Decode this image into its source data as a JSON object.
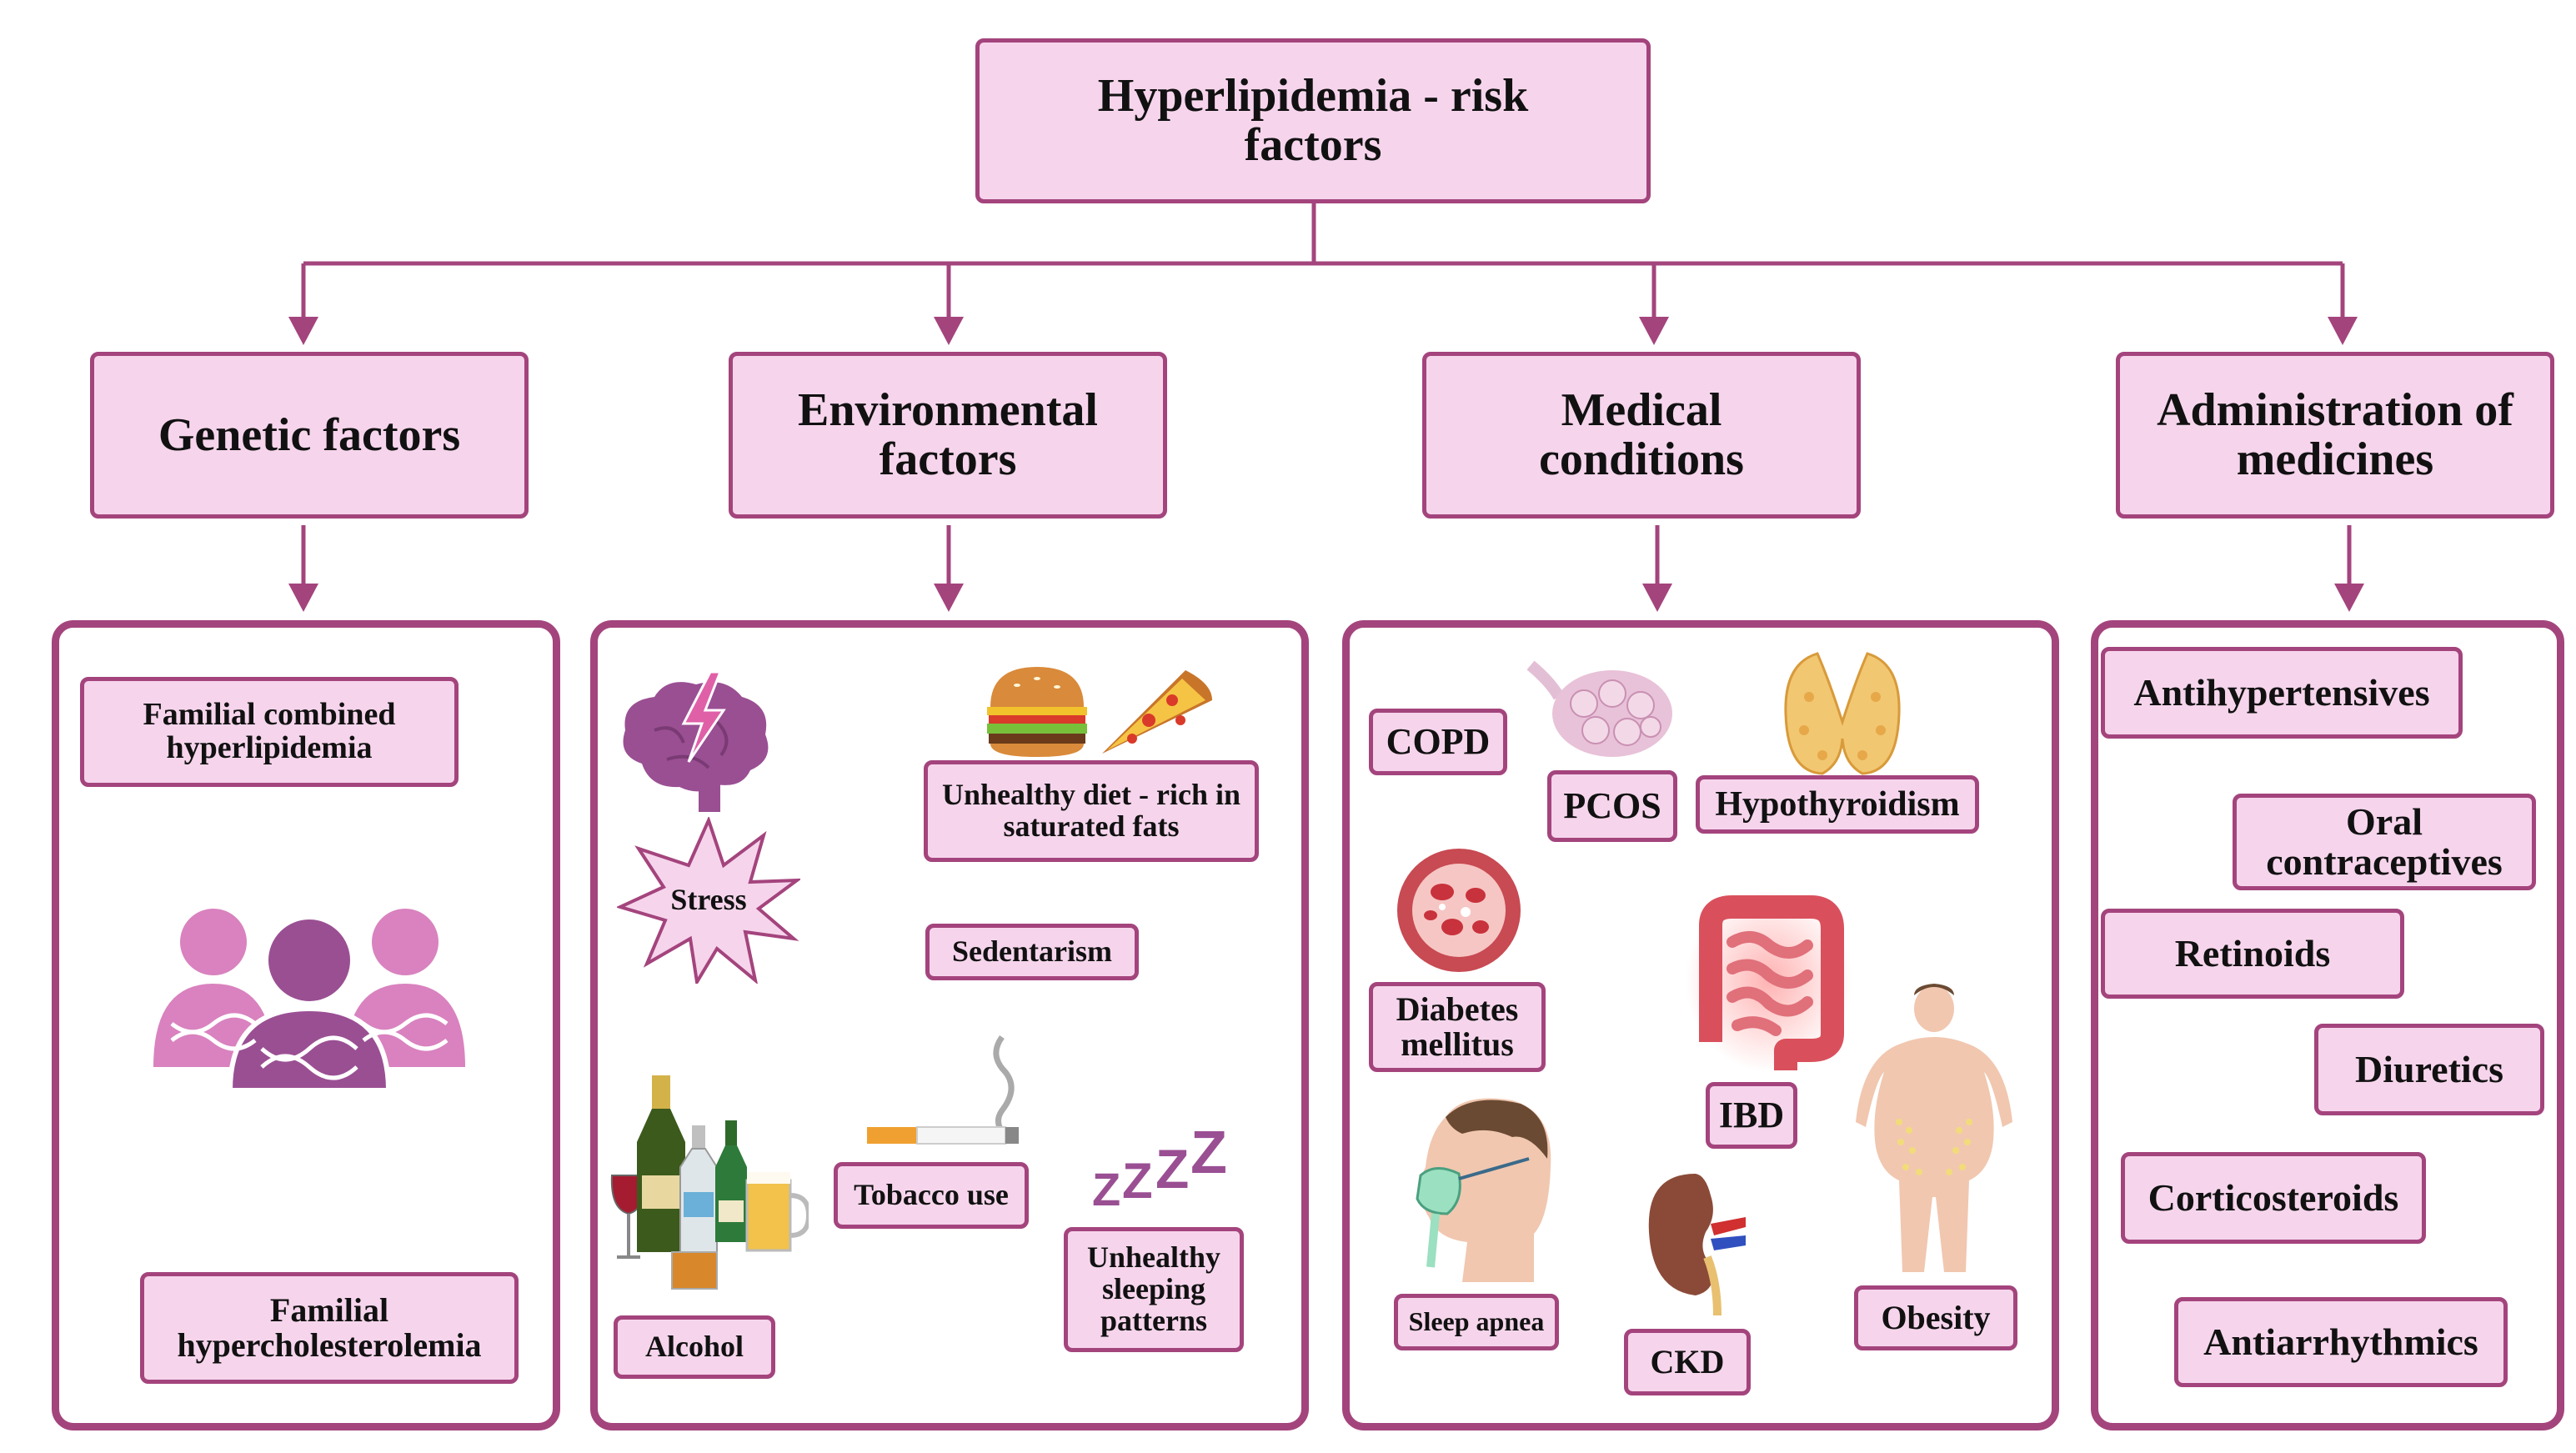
{
  "title": "Hyperlipidemia - risk factors",
  "categories": [
    {
      "id": "genetic",
      "label": "Genetic factors"
    },
    {
      "id": "environmental",
      "label": "Environmental factors"
    },
    {
      "id": "medical",
      "label": "Medical conditions"
    },
    {
      "id": "medicines",
      "label": "Administration of medicines"
    }
  ],
  "genetic_items": {
    "fch": "Familial combined hyperlipidemia",
    "fh": "Familial hypercholesterolemia"
  },
  "environmental_items": {
    "stress": "Stress",
    "diet": "Unhealthy diet - rich in saturated fats",
    "sedentarism": "Sedentarism",
    "tobacco": "Tobacco use",
    "alcohol": "Alcohol",
    "sleep": "Unhealthy sleeping patterns"
  },
  "medical_items": {
    "copd": "COPD",
    "pcos": "PCOS",
    "hypothyroidism": "Hypothyroidism",
    "diabetes": "Diabetes mellitus",
    "ibd": "IBD",
    "sleep_apnea": "Sleep apnea",
    "ckd": "CKD",
    "obesity": "Obesity"
  },
  "medicine_items": {
    "antihypertensives": "Antihypertensives",
    "oral_contraceptives": "Oral contraceptives",
    "retinoids": "Retinoids",
    "diuretics": "Diuretics",
    "corticosteroids": "Corticosteroids",
    "antiarrhythmics": "Antiarrhythmics"
  },
  "icons": {
    "zzz": "Z Z Z",
    "dna": "DNA"
  },
  "colors": {
    "box_fill": "#f6d5ec",
    "border": "#a4447d",
    "icon_purple": "#9a4f93",
    "icon_pink": "#d982bf"
  }
}
